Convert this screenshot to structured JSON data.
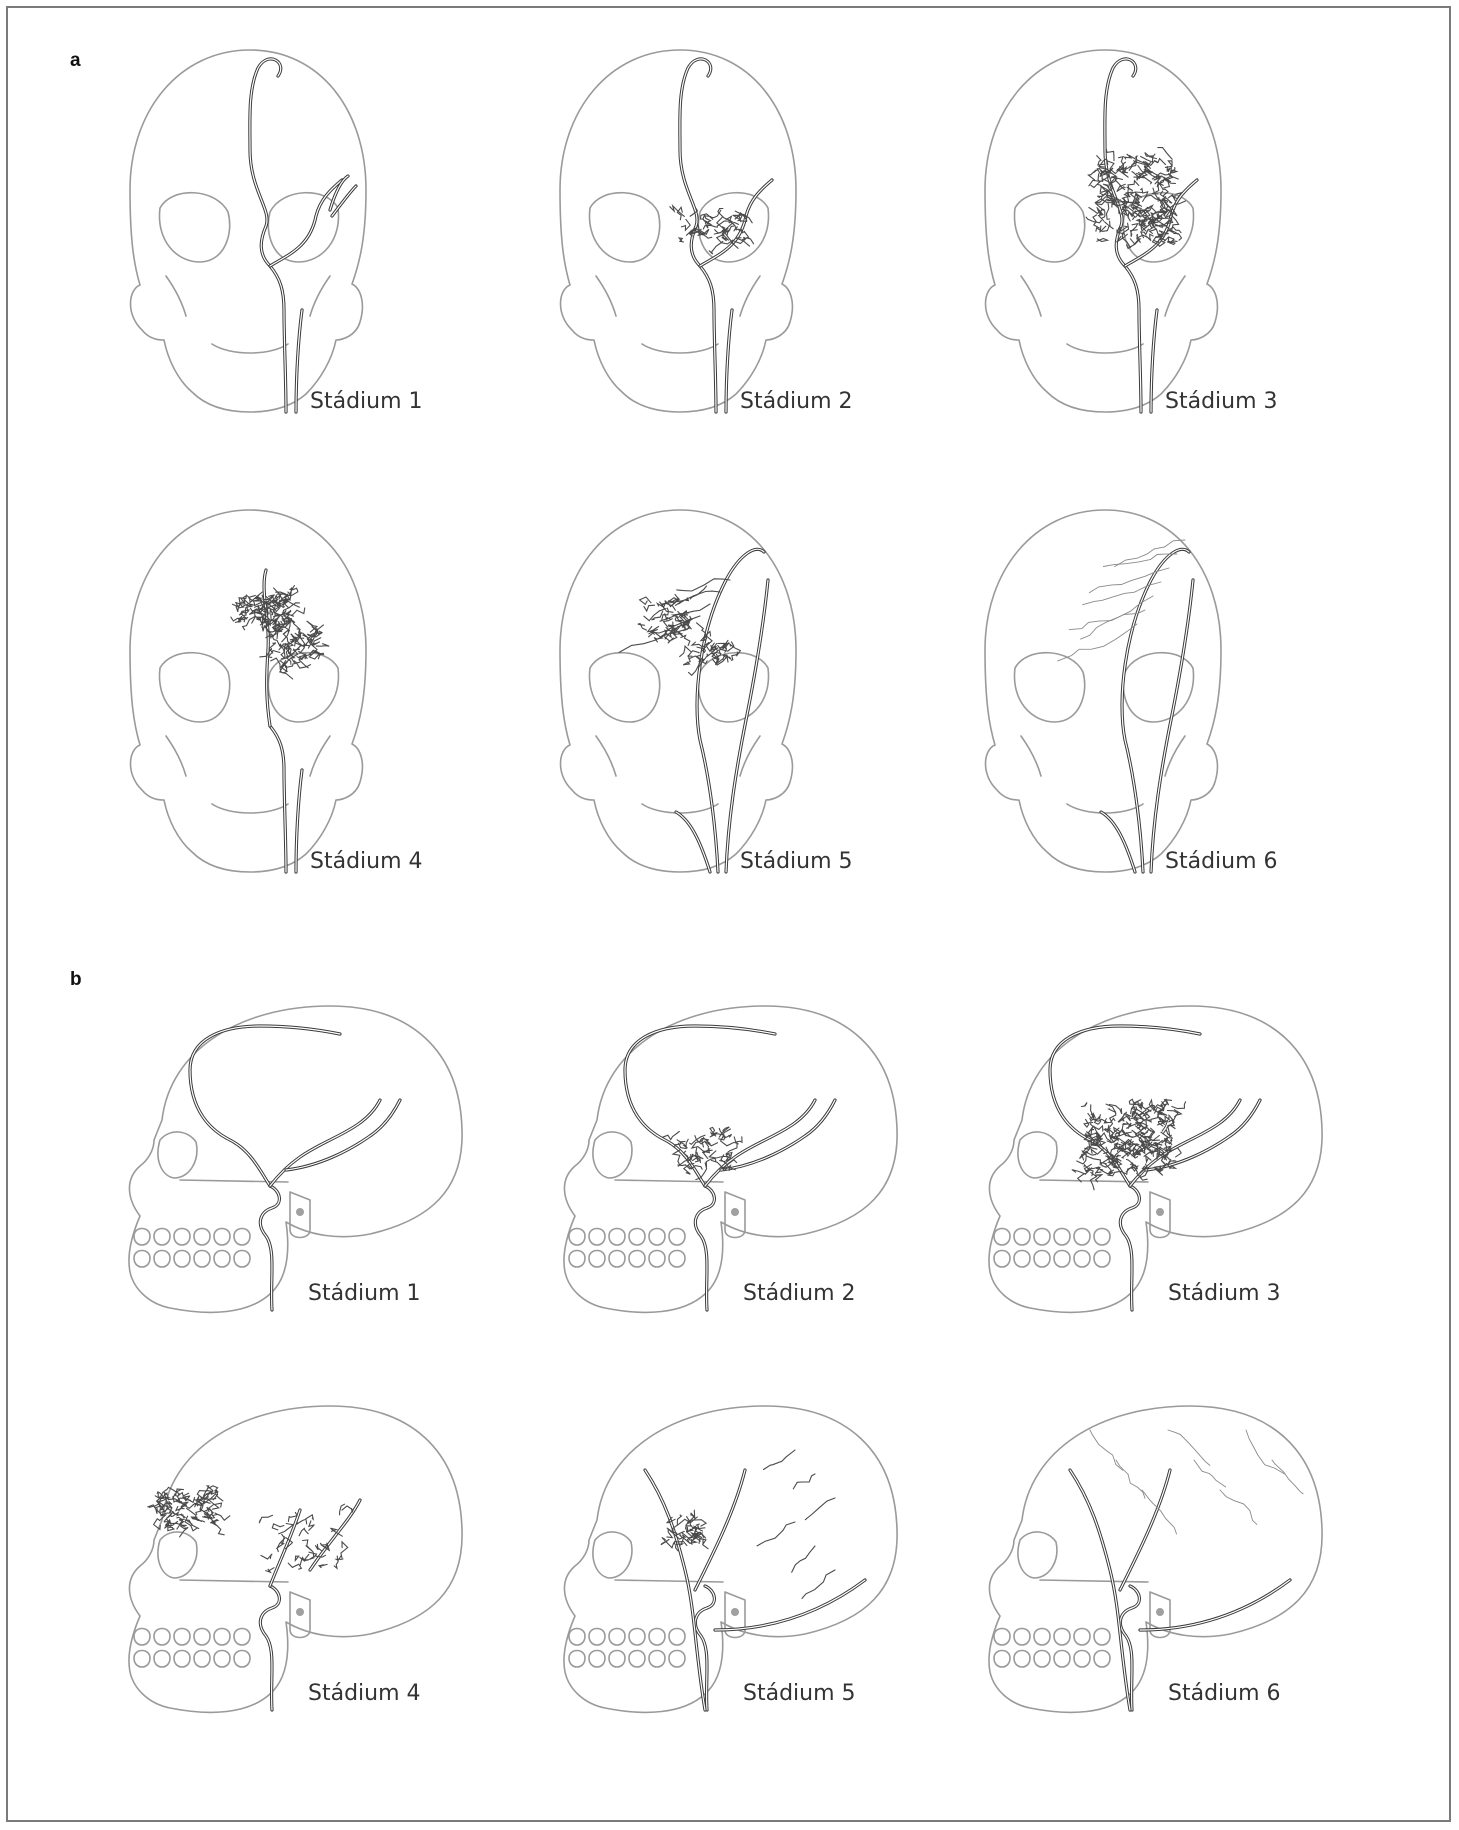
{
  "panels": [
    {
      "letter": "a",
      "view": "frontal",
      "stages": [
        {
          "label": "Stádium 1",
          "level": 1
        },
        {
          "label": "Stádium 2",
          "level": 2
        },
        {
          "label": "Stádium 3",
          "level": 3
        },
        {
          "label": "Stádium 4",
          "level": 4
        },
        {
          "label": "Stádium 5",
          "level": 5
        },
        {
          "label": "Stádium 6",
          "level": 6
        }
      ]
    },
    {
      "letter": "b",
      "view": "lateral",
      "stages": [
        {
          "label": "Stádium 1",
          "level": 1
        },
        {
          "label": "Stádium 2",
          "level": 2
        },
        {
          "label": "Stádium 3",
          "level": 3
        },
        {
          "label": "Stádium 4",
          "level": 4
        },
        {
          "label": "Stádium 5",
          "level": 5
        },
        {
          "label": "Stádium 6",
          "level": 6
        }
      ]
    }
  ],
  "colors": {
    "skull_outline": "#9a9a9a",
    "vessel": "#3a3a3a",
    "background": "#ffffff",
    "border": "#7a7a7a"
  }
}
